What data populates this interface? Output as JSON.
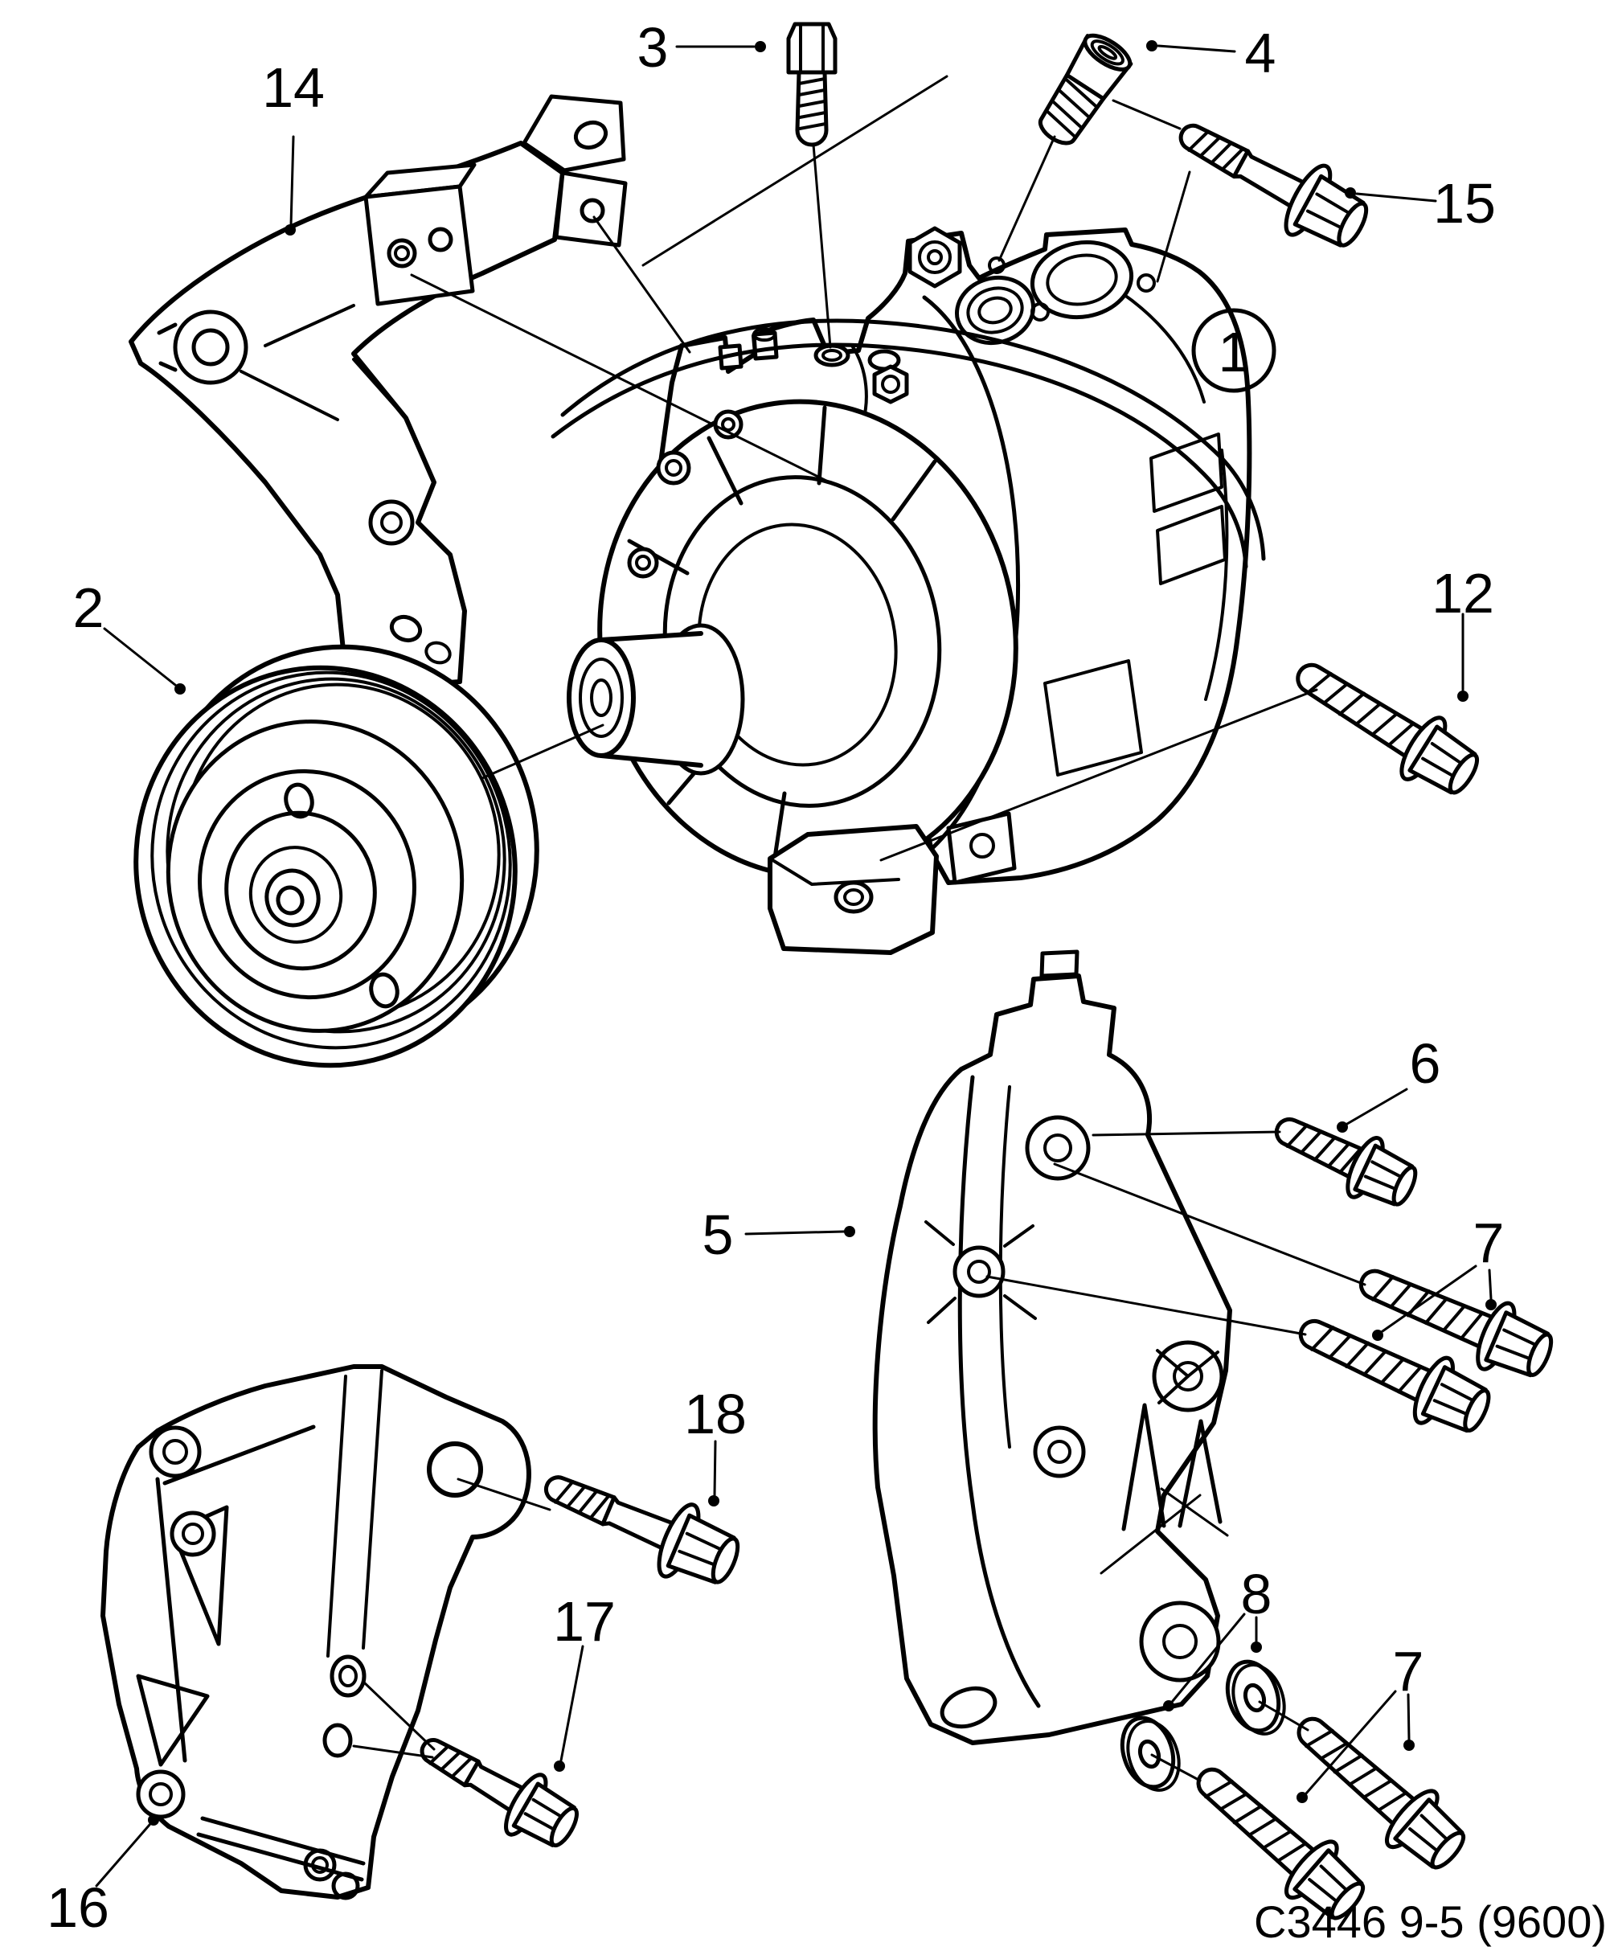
{
  "diagram": {
    "caption": "C3446 9-5 (9600)",
    "background_color": "#ffffff",
    "line_color": "#000000"
  },
  "callouts": {
    "compressor": {
      "label": "1"
    },
    "pulley": {
      "label": "2"
    },
    "bolt_top": {
      "label": "3"
    },
    "bolt_top_right": {
      "label": "4"
    },
    "bracket_right": {
      "label": "5"
    },
    "bolt_6": {
      "label": "6"
    },
    "bolts_7_upper": {
      "label": "7"
    },
    "bolts_7_lower": {
      "label": "7"
    },
    "washers_8": {
      "label": "8"
    },
    "bolt_12": {
      "label": "12"
    },
    "bracket_14": {
      "label": "14"
    },
    "bolt_15": {
      "label": "15"
    },
    "bracket_16": {
      "label": "16"
    },
    "bolt_17": {
      "label": "17"
    },
    "bolt_18": {
      "label": "18"
    }
  }
}
